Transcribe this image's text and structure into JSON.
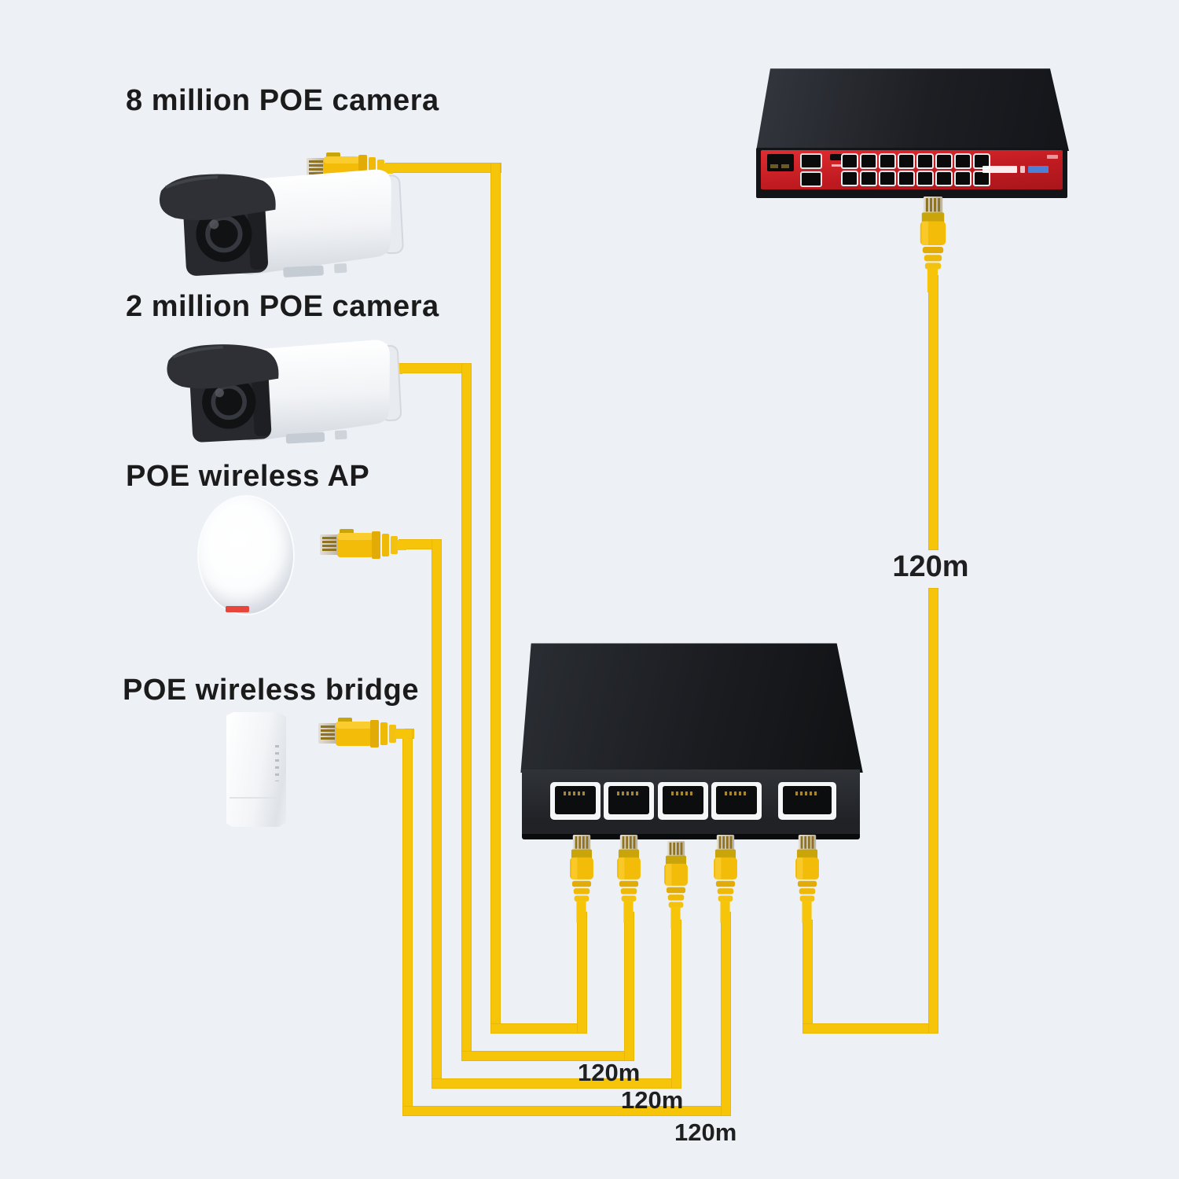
{
  "background_color": "#edf1f6",
  "cable_color": "#f6c50a",
  "labels": {
    "camera_8m": "8 million POE camera",
    "camera_2m": "2 million POE camera",
    "wireless_ap": "POE wireless AP",
    "wireless_bridge": "POE wireless bridge"
  },
  "cable_labels": {
    "uplink": "120m",
    "run_camera_2m": "120m",
    "run_wireless_ap": "120m",
    "run_wireless_bridge": "120m"
  },
  "switches": {
    "poe_switch_16": {
      "rj45_ports": 16,
      "uplink_ports": 2,
      "sfp_ports": 1,
      "panel_color": "#c6191f"
    },
    "switch_5": {
      "rj45_ports": 5
    }
  }
}
